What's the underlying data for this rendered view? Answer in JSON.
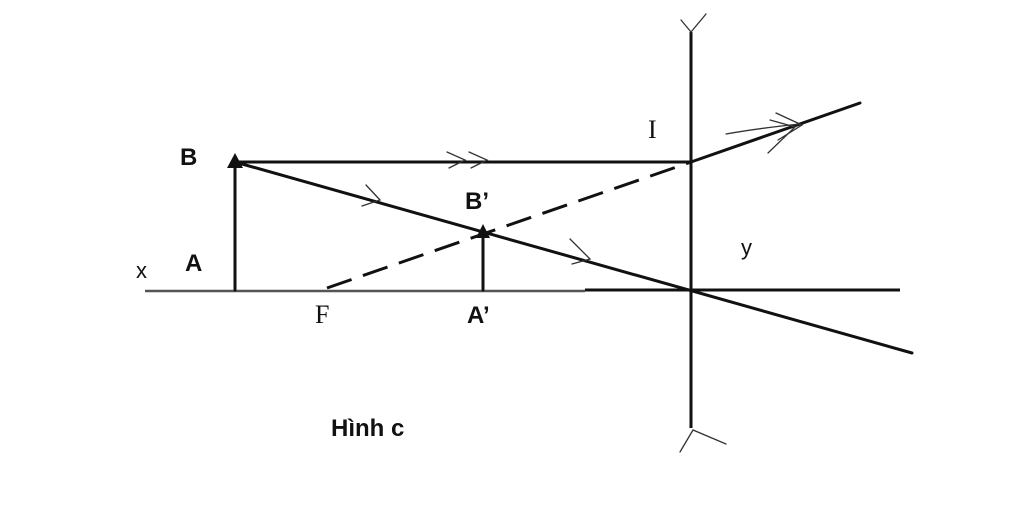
{
  "diagram": {
    "caption": "Hình c",
    "labels": {
      "B": "B",
      "A": "A",
      "x": "x",
      "F": "F",
      "B_prime": "B’",
      "A_prime": "A’",
      "I": "I",
      "y": "y"
    },
    "lens_type": "diverging"
  }
}
